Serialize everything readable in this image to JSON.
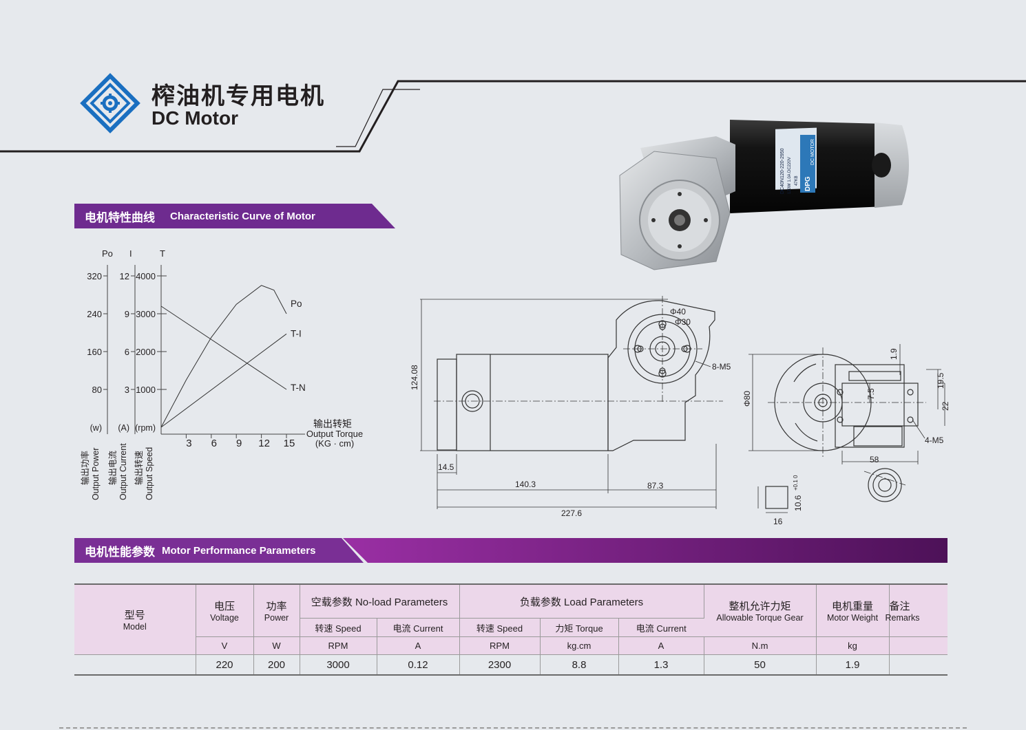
{
  "header": {
    "title_cn": "榨油机专用电机",
    "title_en": "DC Motor",
    "accent_color": "#1a6fc0"
  },
  "curve_section": {
    "title_cn": "电机特性曲线",
    "title_en": "Characteristic Curve of Motor"
  },
  "chart_data": {
    "type": "line",
    "title": "",
    "x_values": [
      0,
      3,
      6,
      9,
      12,
      15
    ],
    "x_ticks": [
      "3",
      "6",
      "9",
      "12",
      "15"
    ],
    "xlabel_cn": "输出转矩",
    "xlabel_en": "Output Torque",
    "xunit": "(KG · cm)",
    "axes": [
      {
        "label": "Po",
        "unit": "(w)",
        "ticks": [
          "320",
          "240",
          "160",
          "80"
        ],
        "name_cn": "输出功率",
        "name_en": "Output Power",
        "ylim": [
          0,
          320
        ]
      },
      {
        "label": "I",
        "unit": "(A)",
        "ticks": [
          "12",
          "9",
          "6",
          "3"
        ],
        "name_cn": "输出电流",
        "name_en": "Output Current",
        "ylim": [
          0,
          12
        ]
      },
      {
        "label": "T",
        "unit": "(rpm)",
        "ticks": [
          "4000",
          "3000",
          "2000",
          "1000"
        ],
        "name_cn": "输出转速",
        "name_en": "Output Speed",
        "ylim": [
          0,
          4000
        ]
      }
    ],
    "series": [
      {
        "name": "Po",
        "axis": "Po",
        "x": [
          0,
          3,
          6,
          9,
          12,
          13.5,
          15
        ],
        "y": [
          0,
          100,
          190,
          260,
          300,
          290,
          240
        ]
      },
      {
        "name": "T-I",
        "axis": "I",
        "x": [
          0,
          15
        ],
        "y": [
          0,
          7.4
        ]
      },
      {
        "name": "T-N",
        "axis": "T",
        "x": [
          0,
          15
        ],
        "y": [
          3200,
          1000
        ]
      }
    ]
  },
  "drawing": {
    "dim_total_height": "124.08",
    "dim_flange_outer": "Φ40",
    "dim_flange_inner": "Φ30",
    "dim_mount_holes": "8-M5",
    "dim_shoulder": "14.5",
    "dim_motor_len": "140.3",
    "dim_gearbox_len": "87.3",
    "dim_total_len": "227.6",
    "dim_side_dia": "Φ80",
    "dim_a": "1.9",
    "dim_b": "19.5",
    "dim_c": "7.5",
    "dim_d": "22",
    "dim_holes": "4-M5",
    "dim_width": "58",
    "dim_key": "10.6",
    "dim_key_tol": "+0.1\n0",
    "dim_key_len": "16"
  },
  "motor_label": {
    "model": "DC40N120-220-2950",
    "spec": "120W 1.0A DC220V",
    "code": "47KB",
    "brand": "DPG",
    "type": "DC MOTOR"
  },
  "perf_section": {
    "title_cn": "电机性能参数",
    "title_en": "Motor Performance Parameters"
  },
  "table": {
    "model_cn": "型号",
    "model_en": "Model",
    "voltage_cn": "电压",
    "voltage_en": "Voltage",
    "power_cn": "功率",
    "power_en": "Power",
    "noload": "空载参数 No-load Parameters",
    "load": "负载参数 Load Parameters",
    "allow_cn": "整机允许力矩",
    "allow_en": "Allowable Torque Gear",
    "weight_cn": "电机重量",
    "weight_en": "Motor Weight",
    "remarks_cn": "备注",
    "remarks_en": "Remarks",
    "sub_speed1": "转速 Speed",
    "sub_current1": "电流 Current",
    "sub_speed2": "转速 Speed",
    "sub_torque": "力矩 Torque",
    "sub_current2": "电流 Current",
    "unit_v": "V",
    "unit_w": "W",
    "unit_rpm1": "RPM",
    "unit_a1": "A",
    "unit_rpm2": "RPM",
    "unit_kgcm": "kg.cm",
    "unit_a2": "A",
    "unit_nm": "N.m",
    "unit_kg": "kg",
    "row": {
      "model": "",
      "voltage": "220",
      "power": "200",
      "nl_speed": "3000",
      "nl_current": "0.12",
      "l_speed": "2300",
      "l_torque": "8.8",
      "l_current": "1.3",
      "allow": "50",
      "weight": "1.9",
      "remarks": ""
    }
  }
}
